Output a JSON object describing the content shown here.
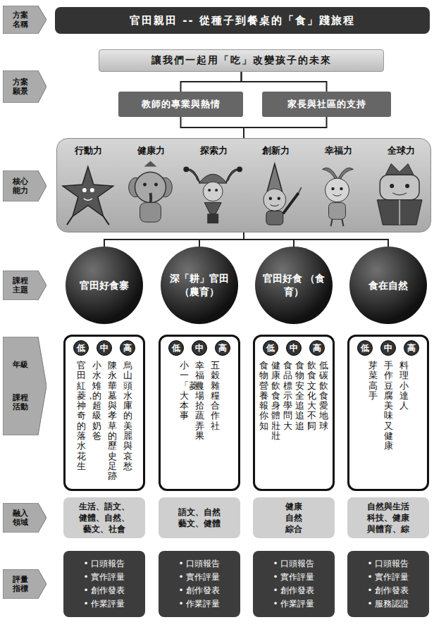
{
  "diagram": {
    "nodes": [
      {
        "text": [
          "方案名稱"
        ]
      },
      {
        "text": [
          "官田親田 -- 從種子到餐桌的「食」踐旅程"
        ]
      },
      {
        "text": [
          "方案願景"
        ]
      },
      {
        "text": [
          "讓我們一起用「吃」改變孩子的未來"
        ]
      },
      {
        "text": [
          "教師的專業與熱情"
        ]
      },
      {
        "text": [
          "家長與社區的支持"
        ]
      },
      {
        "text": [
          "核心能力"
        ]
      },
      {
        "text": [
          "行動力",
          "健康力",
          "探索力",
          "創新力",
          "幸福力",
          "全球力"
        ]
      },
      {
        "text": [
          "課程主題"
        ]
      },
      {
        "text": [
          "官田好食寨"
        ]
      },
      {
        "text": [
          "深「耕」官田 （農育）"
        ]
      },
      {
        "text": [
          "官田好食 （食育）"
        ]
      },
      {
        "text": [
          "食在自然"
        ]
      },
      {
        "text": [
          "年級",
          "課程活動"
        ]
      },
      {
        "text": [
          "官田紅菱，神奇的落水花生",
          "小水雉的超級奶爸",
          "陳永華墓與孝草的歷史足跡",
          "烏山頭水庫的美麗與哀愁"
        ]
      },
      {
        "text": [
          "低"
        ],
        "in": 14
      },
      {
        "text": [
          "中"
        ],
        "in": 14
      },
      {
        "text": [
          "高"
        ],
        "in": 14
      },
      {
        "text": [
          "小一「菱」大本事",
          "幸福農場拾蔬弄果",
          "五穀雜糧合作社"
        ]
      },
      {
        "text": [
          "低"
        ],
        "in": 18
      },
      {
        "text": [
          "中"
        ],
        "in": 18
      },
      {
        "text": [
          "高"
        ],
        "in": 18
      },
      {
        "text": [
          "食物營養報你知",
          "健康飲食身體壯壯",
          "食品標示學問大",
          "食物安全追追追！",
          "飲食文化大不同",
          "低碳飲食愛地球"
        ]
      },
      {
        "text": [
          "低"
        ],
        "in": 22
      },
      {
        "text": [
          "中"
        ],
        "in": 22
      },
      {
        "text": [
          "高"
        ],
        "in": 22
      },
      {
        "text": [
          "芽菜高手",
          "手作豆腐美味又健康",
          "料理小達人"
        ]
      },
      {
        "text": [
          "低"
        ],
        "in": 26
      },
      {
        "text": [
          "中"
        ],
        "in": 26
      },
      {
        "text": [
          "高"
        ],
        "in": 26
      },
      {
        "text": [
          "融入領域"
        ]
      },
      {
        "text": [
          "生活、語文、 健體、自然、 藝文、社會"
        ]
      },
      {
        "text": [
          "語文、自然 藝文、健體"
        ]
      },
      {
        "text": [
          "健康 自然 綜合"
        ]
      },
      {
        "text": [
          "自然與生活 科技、健康 與體育、綜"
        ]
      },
      {
        "text": [
          "評量指標"
        ]
      },
      {
        "text": [
          "• 口頭報告",
          "• 實作評量",
          "• 創作發表",
          "• 作業評量"
        ]
      },
      {
        "text": [
          "• 口頭報告",
          "• 實作評量",
          "• 創作發表",
          "• 作業評量"
        ]
      },
      {
        "text": [
          "• 口頭報告",
          "• 實作評量",
          "• 創作發表",
          "• 作業評量"
        ]
      },
      {
        "text": [
          "• 口頭報告",
          "• 實作評量",
          "• 創作發表",
          "• 服務認證"
        ]
      }
    ],
    "edges": [
      {
        "from": 3,
        "to": 4,
        "arrow": "none"
      },
      {
        "from": 3,
        "to": 5,
        "arrow": "none"
      },
      {
        "from": 4,
        "to": 7,
        "arrow": "none"
      },
      {
        "from": 5,
        "to": 7,
        "arrow": "none"
      },
      {
        "from": 7,
        "to": 9,
        "arrow": "none"
      },
      {
        "from": 7,
        "to": 10,
        "arrow": "none"
      },
      {
        "from": 7,
        "to": 11,
        "arrow": "none"
      },
      {
        "from": 7,
        "to": 12,
        "arrow": "none"
      }
    ]
  }
}
